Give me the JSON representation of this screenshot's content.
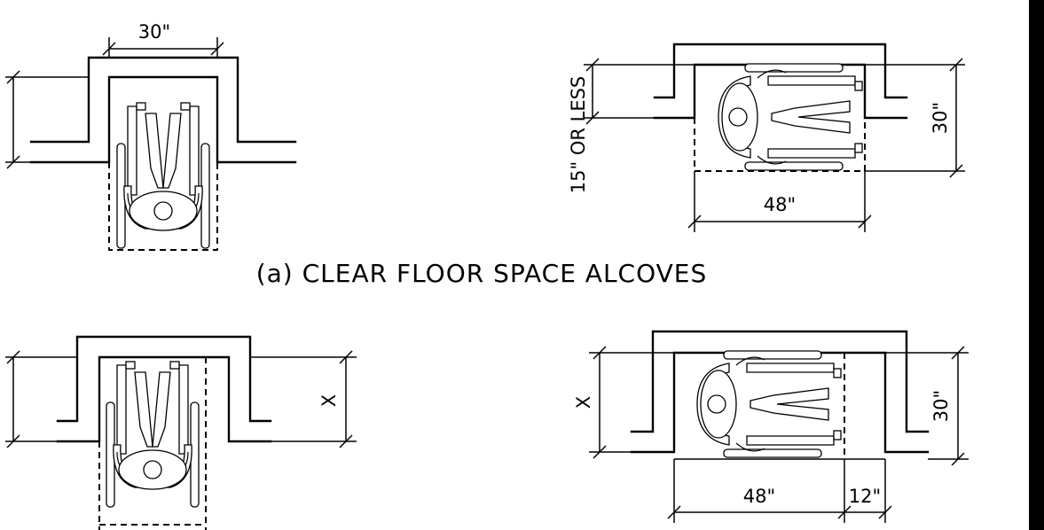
{
  "caption_a": "(a) CLEAR FLOOR SPACE ALCOVES",
  "dims": {
    "width_30": "30\"",
    "depth_15": "15\" OR LESS",
    "width_48": "48\"",
    "x": "X",
    "extra_12": "12\""
  },
  "colors": {
    "ink": "#000000",
    "background": "#ffffff"
  }
}
